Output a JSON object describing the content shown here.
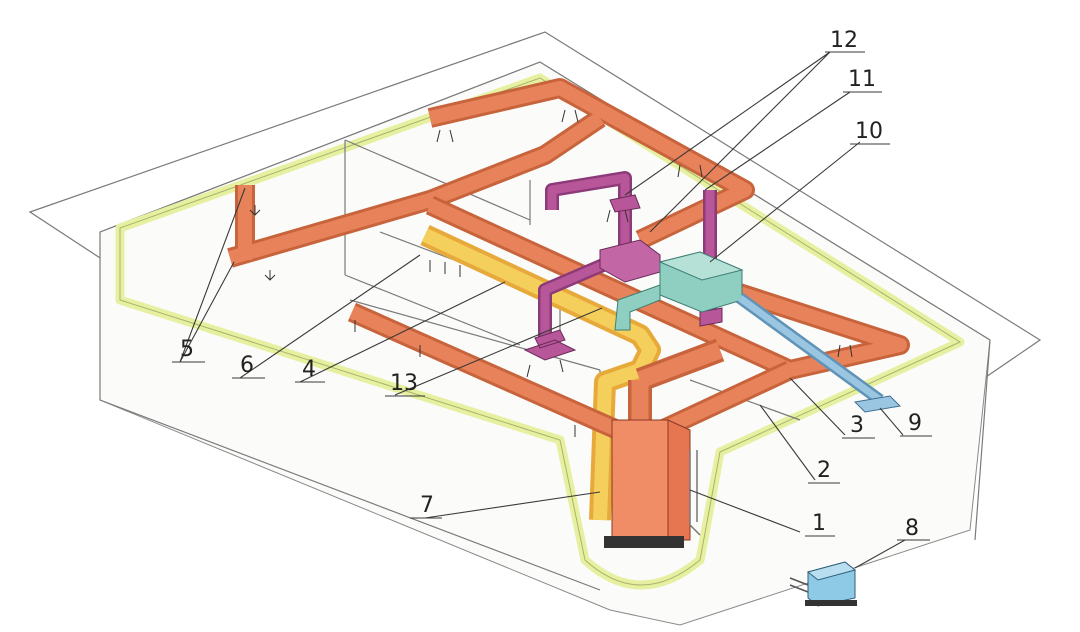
{
  "callouts": [
    {
      "id": "1",
      "text": "1"
    },
    {
      "id": "2",
      "text": "2"
    },
    {
      "id": "3",
      "text": "3"
    },
    {
      "id": "4",
      "text": "4"
    },
    {
      "id": "5",
      "text": "5"
    },
    {
      "id": "6",
      "text": "6"
    },
    {
      "id": "7",
      "text": "7"
    },
    {
      "id": "8",
      "text": "8"
    },
    {
      "id": "9",
      "text": "9"
    },
    {
      "id": "10",
      "text": "10"
    },
    {
      "id": "11",
      "text": "11"
    },
    {
      "id": "12",
      "text": "12"
    },
    {
      "id": "13",
      "text": "13"
    }
  ],
  "colors": {
    "supply_duct": "#e8825a",
    "supply_duct_dark": "#c8643c",
    "return_duct": "#f2c24a",
    "exhaust_duct": "#b8569a",
    "unit_box": "#8fcfc2",
    "fresh_air_duct": "#8ab8d8",
    "insulation_band": "#e6f0a0",
    "outline": "#7a7a7a"
  }
}
